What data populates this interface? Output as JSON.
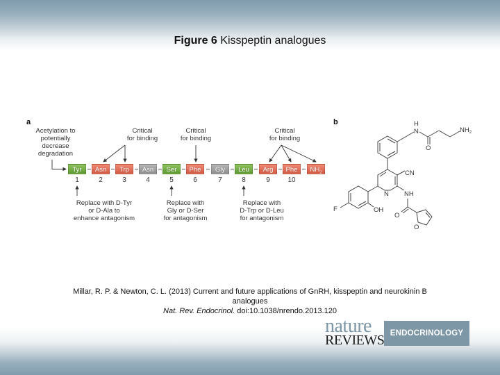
{
  "title": {
    "figure_label": "Figure 6",
    "caption": "Kisspeptin analogues"
  },
  "panel_a": {
    "label": "a",
    "acetylation_note": [
      "Acetylation to",
      "potentially",
      "decrease",
      "degradation"
    ],
    "critical_notes": [
      [
        "Critical",
        "for binding"
      ],
      [
        "Critical",
        "for binding"
      ],
      [
        "Critical",
        "for binding"
      ]
    ],
    "residues": [
      {
        "name": "Tyr",
        "num": "1",
        "color": "green"
      },
      {
        "name": "Asn",
        "num": "2",
        "color": "red"
      },
      {
        "name": "Trp",
        "num": "3",
        "color": "red"
      },
      {
        "name": "Asn",
        "num": "4",
        "color": "grey"
      },
      {
        "name": "Ser",
        "num": "5",
        "color": "green"
      },
      {
        "name": "Phe",
        "num": "6",
        "color": "red"
      },
      {
        "name": "Gly",
        "num": "7",
        "color": "grey"
      },
      {
        "name": "Leu",
        "num": "8",
        "color": "green"
      },
      {
        "name": "Arg",
        "num": "9",
        "color": "red"
      },
      {
        "name": "Phe",
        "num": "10",
        "color": "red"
      },
      {
        "name": "NH2",
        "num": "",
        "color": "red"
      }
    ],
    "replace_notes": [
      [
        "Replace with D-Tyr",
        "or D-Ala to",
        "enhance antagonism"
      ],
      [
        "Replace with",
        "Gly or D-Ser",
        "for antagonism"
      ],
      [
        "Replace with",
        "D-Trp or D-Leu",
        "for antagonism"
      ]
    ]
  },
  "panel_b": {
    "label": "b",
    "atoms": {
      "H": "H",
      "N_amide": "N",
      "O_amide": "O",
      "NH2": "NH",
      "NH2_sub": "2",
      "CN": "CN",
      "N_ring": "N",
      "NH": "NH",
      "F": "F",
      "OH": "OH",
      "O_carbonyl": "O",
      "O_furan": "O"
    }
  },
  "citation": {
    "line1": "Millar, R. P. & Newton, C. L. (2013) Current and future applications of GnRH, kisspeptin and neurokinin B",
    "line2": "analogues",
    "journal": "Nat. Rev. Endocrinol.",
    "doi": "doi:10.1038/nrendo.2013.120"
  },
  "logo": {
    "nature": "nature",
    "reviews": "REVIEWS",
    "section": "ENDOCRINOLOGY"
  },
  "colors": {
    "green": "#6fa843",
    "red": "#e2705a",
    "grey": "#9e9e9e",
    "logo_blue": "#7d97a6"
  }
}
